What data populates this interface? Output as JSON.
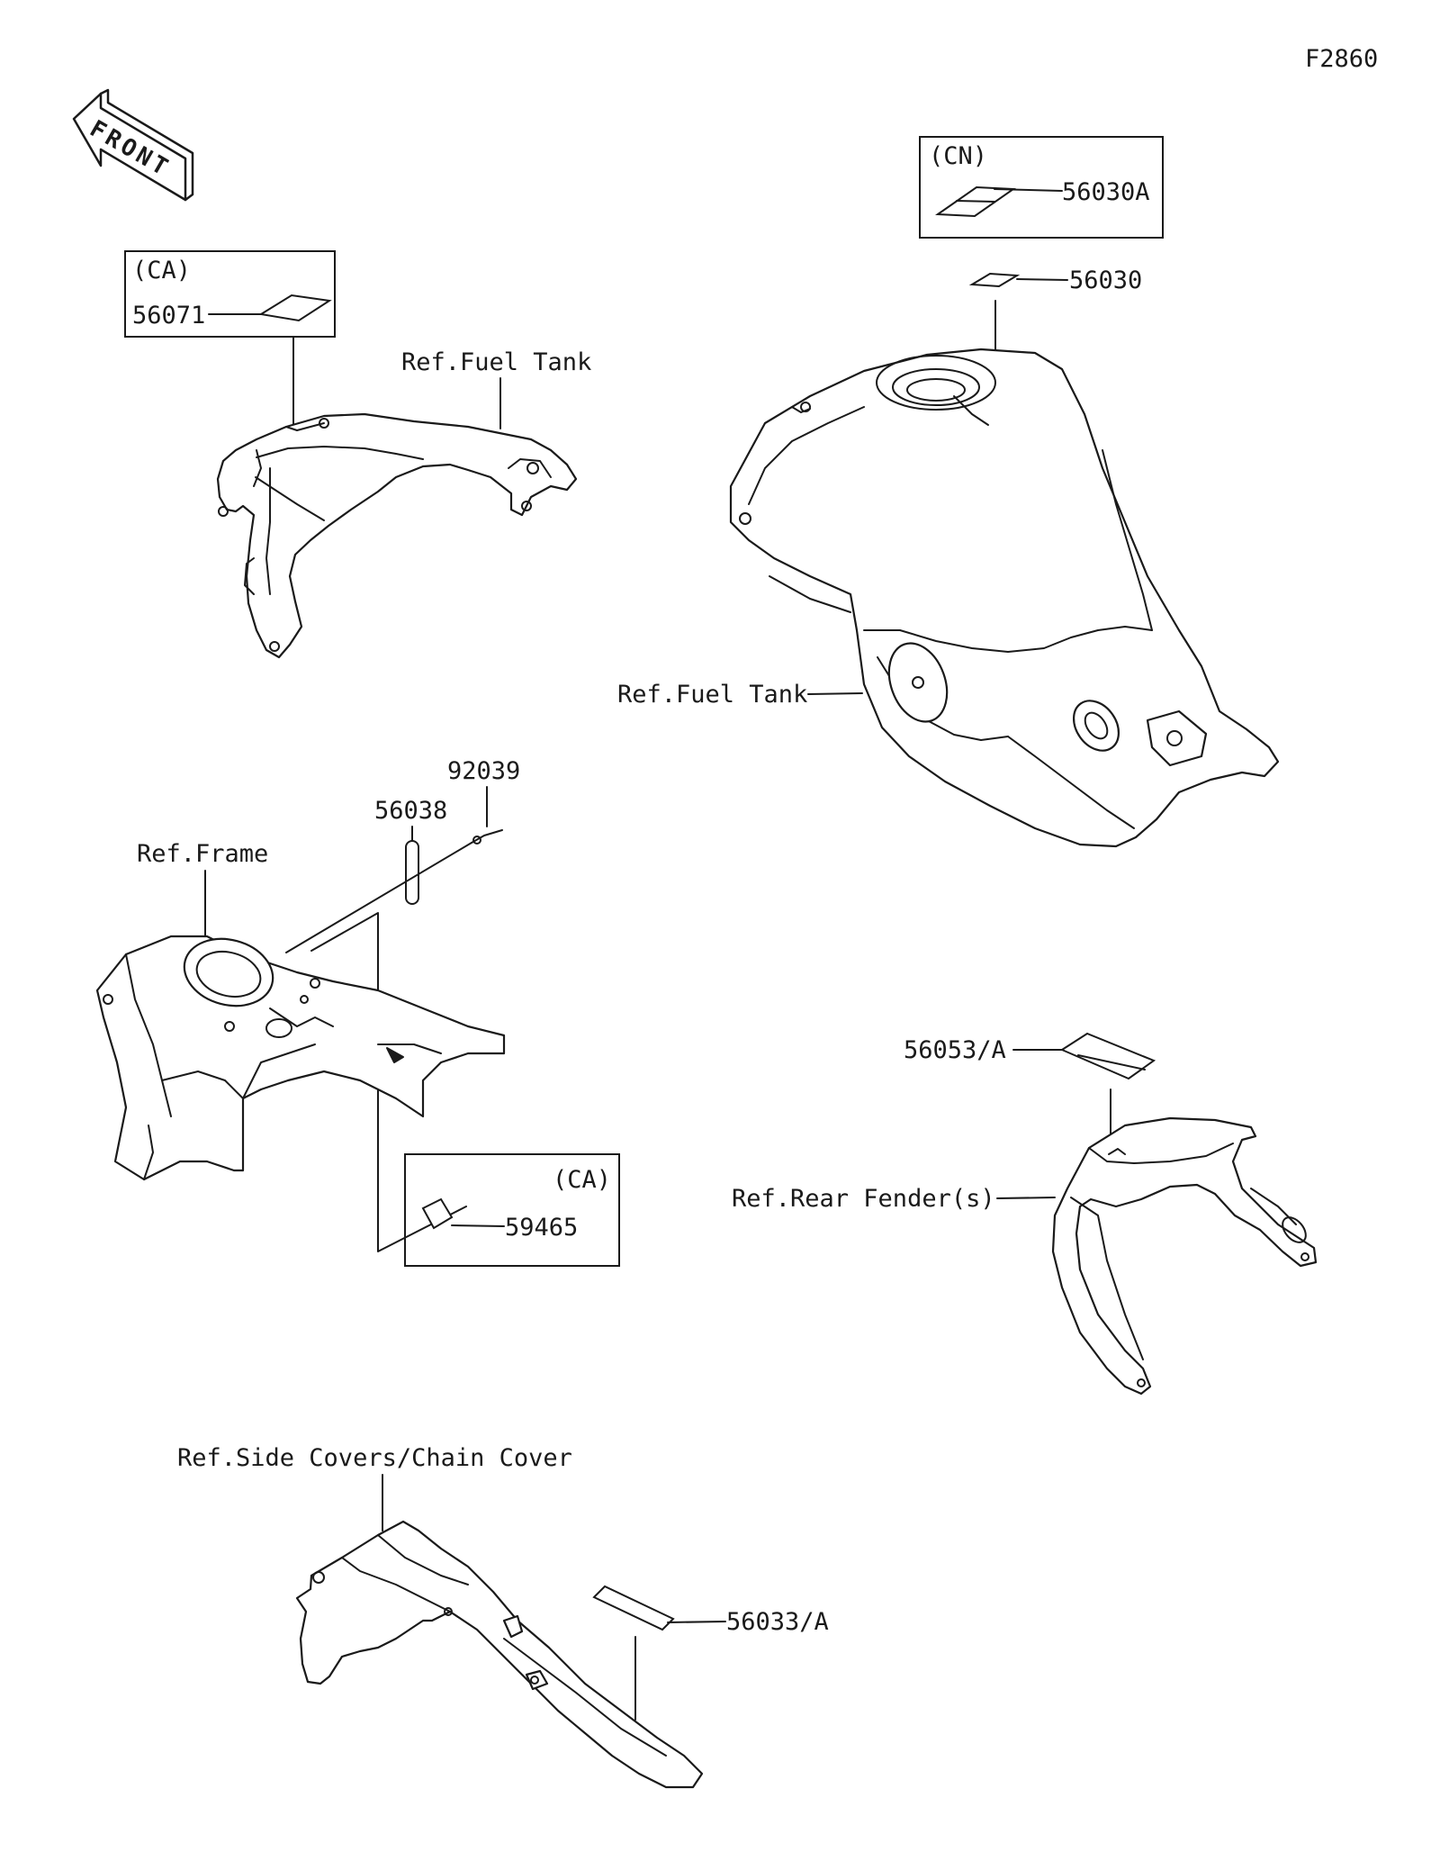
{
  "figure_id": "F2860",
  "front_label": "FRONT",
  "groups": {
    "ca_top": {
      "region": "(CA)",
      "part": "56071"
    },
    "cn": {
      "region": "(CN)",
      "part": "56030A"
    },
    "ca_bottom": {
      "region": "(CA)",
      "part": "59465"
    }
  },
  "parts": {
    "p56030": "56030",
    "p56038": "56038",
    "p92039": "92039",
    "p56053": "56053/A",
    "p56033": "56033/A"
  },
  "refs": {
    "fuel_tank_left": "Ref.Fuel Tank",
    "fuel_tank_right": "Ref.Fuel Tank",
    "frame": "Ref.Frame",
    "rear_fender": "Ref.Rear Fender(s)",
    "side_covers": "Ref.Side Covers/Chain Cover"
  }
}
